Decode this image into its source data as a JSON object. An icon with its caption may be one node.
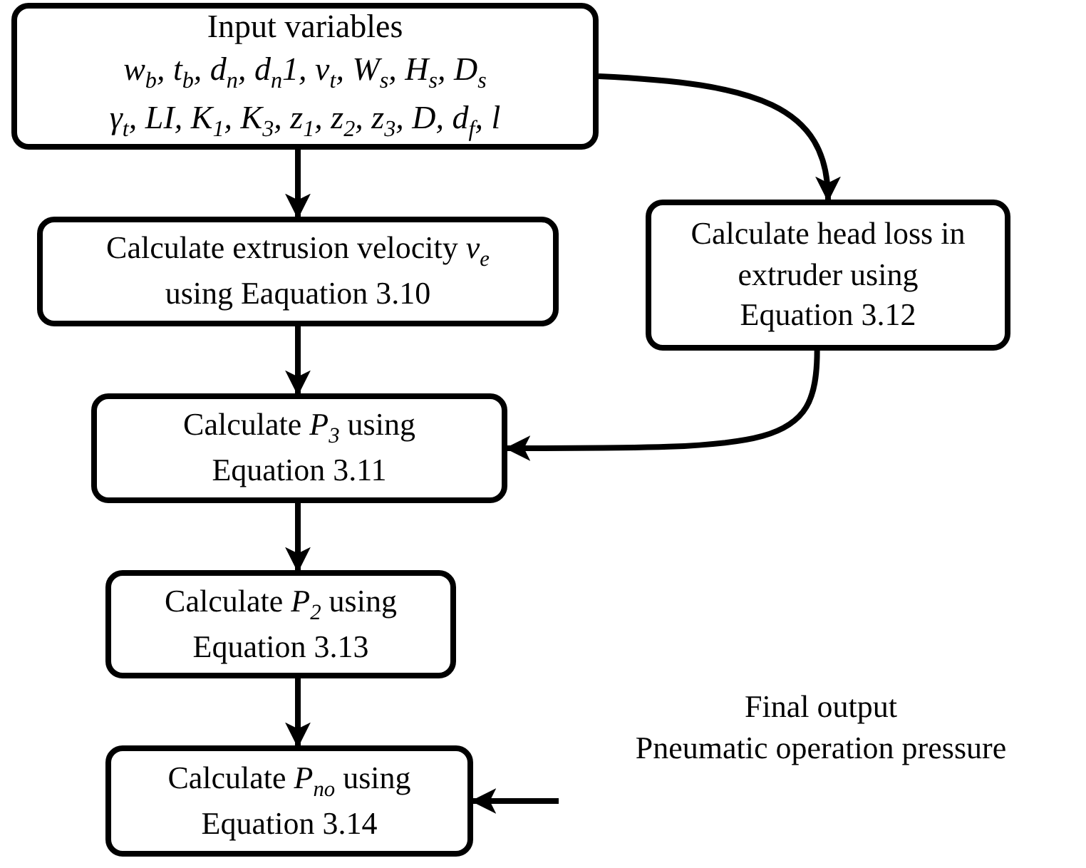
{
  "diagram": {
    "nodes": [
      {
        "text": [
          "Input variables",
          "w$_{b}$, t$_{b}$, d$_{n}$, d$_{n}$1, v$_{t}$, W$_{s}$, H$_{s}$, D$_{s}$",
          "γ$_{t}$, LI, K$_{1}$, K$_{3}$, z$_{1}$, z$_{2}$, z$_{3}$, D, d$_{f}$, l"
        ]
      },
      {
        "text": [
          "Calculate extrusion velocity *v*$_{e}$ using Eaquation 3.10"
        ]
      },
      {
        "text": [
          "Calculate head loss in extruder using Equation 3.12"
        ]
      },
      {
        "text": [
          "Calculate *P*$_{3}$ using Equation 3.11"
        ]
      },
      {
        "text": [
          "Calculate *P*$_{2}$ using Equation 3.13"
        ]
      },
      {
        "text": [
          "Calculate *P*$_{no}$ using Equation 3.14"
        ]
      },
      {
        "text": [
          "Final output",
          "Pneumatic operation pressure"
        ]
      }
    ],
    "edges": [
      {
        "from": 0,
        "to": 1,
        "arrow": "to"
      },
      {
        "from": 0,
        "to": 2,
        "arrow": "to"
      },
      {
        "from": 1,
        "to": 3,
        "arrow": "to"
      },
      {
        "from": 2,
        "to": 3,
        "arrow": "to"
      },
      {
        "from": 3,
        "to": 4,
        "arrow": "to"
      },
      {
        "from": 4,
        "to": 5,
        "arrow": "to"
      },
      {
        "from": 6,
        "to": 5,
        "arrow": "to"
      }
    ]
  }
}
